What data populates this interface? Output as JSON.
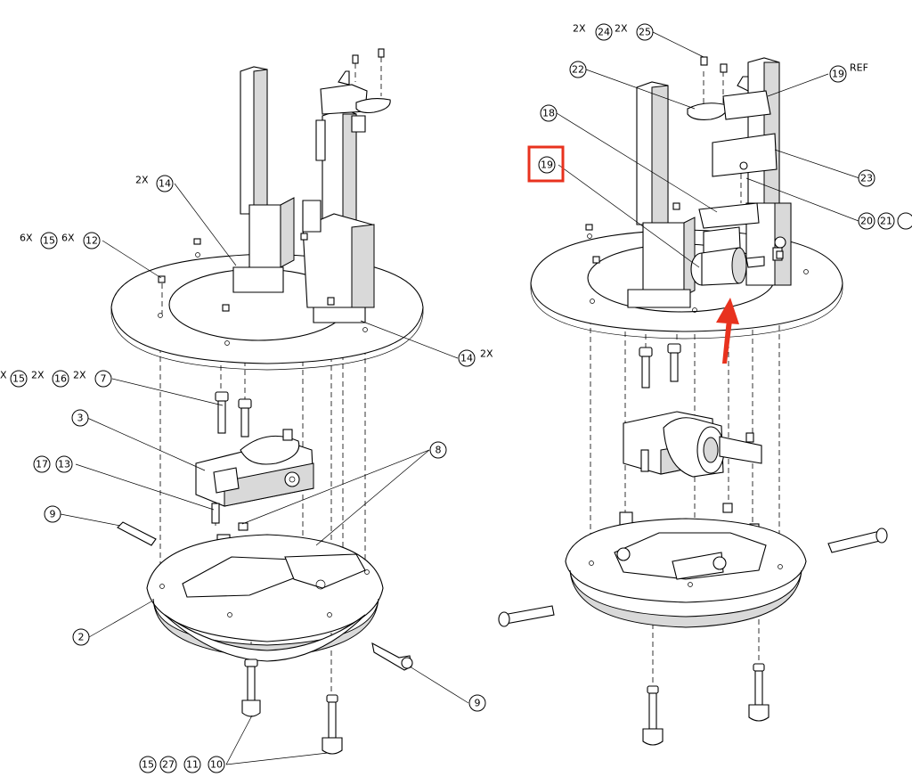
{
  "balloons": {
    "b24": "24",
    "b25": "25",
    "b22": "22",
    "b18": "18",
    "b19a": "19",
    "b19ref": "19",
    "b23": "23",
    "b20": "20",
    "b21": "21",
    "b14a": "14",
    "b14b": "14",
    "b15a": "15",
    "b12": "12",
    "b15b": "15",
    "b16": "16",
    "b7": "7",
    "b3": "3",
    "b17": "17",
    "b13": "13",
    "b8": "8",
    "b9a": "9",
    "b2": "2",
    "b9b": "9",
    "b15c": "15",
    "b27": "27",
    "b11": "11",
    "b10": "10"
  },
  "qty": {
    "q2x_24": "2X",
    "q2x_25": "2X",
    "ref": "REF",
    "q2x_14a": "2X",
    "q6x_15": "6X",
    "q6x_12": "6X",
    "q2x_14b": "2X",
    "qx_15": "X",
    "q2x_16": "2X",
    "q2x_7": "2X"
  },
  "colors": {
    "highlight": "#e8321e",
    "arrow": "#e8321e",
    "line": "#000000"
  }
}
